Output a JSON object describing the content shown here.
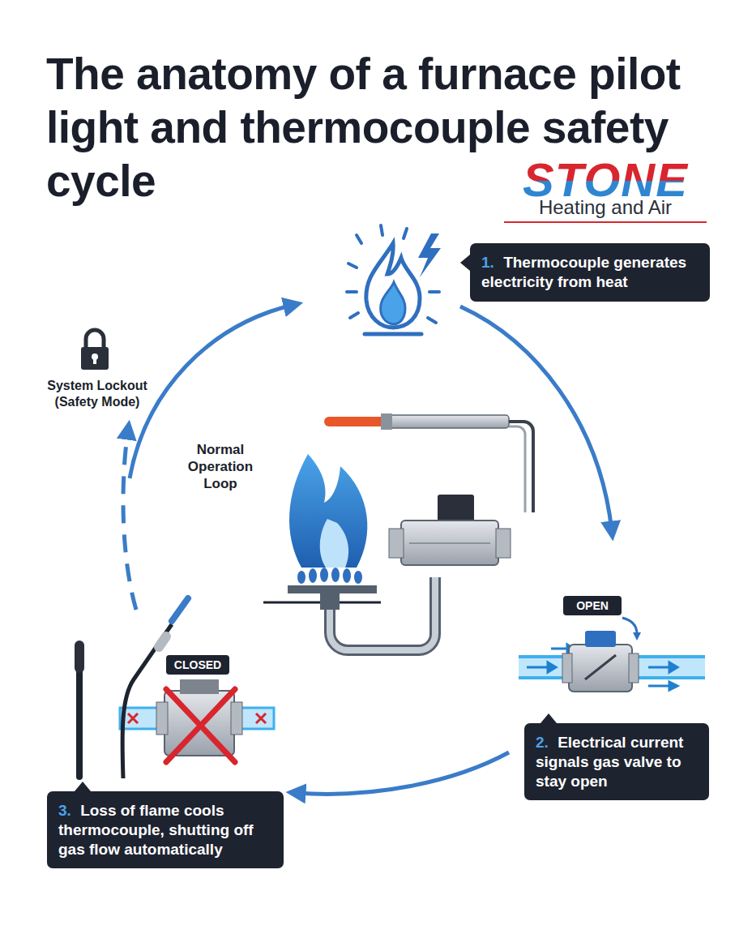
{
  "diagram": {
    "title": "The anatomy of a furnace pilot light and thermocouple safety cycle",
    "nodes": [
      {
        "text": [
          "1.",
          "Thermocouple generates electricity from heat"
        ]
      },
      {
        "text": [
          "2.",
          "Electrical current signals gas valve to stay open"
        ]
      },
      {
        "text": [
          "3.",
          "Loss of flame cools thermocouple, shutting off gas flow automatically"
        ]
      }
    ],
    "labels": [
      "STONE",
      "Heating and Air",
      "System Lockout (Safety Mode)",
      "Normal Operation Loop",
      "OPEN",
      "CLOSED"
    ]
  }
}
